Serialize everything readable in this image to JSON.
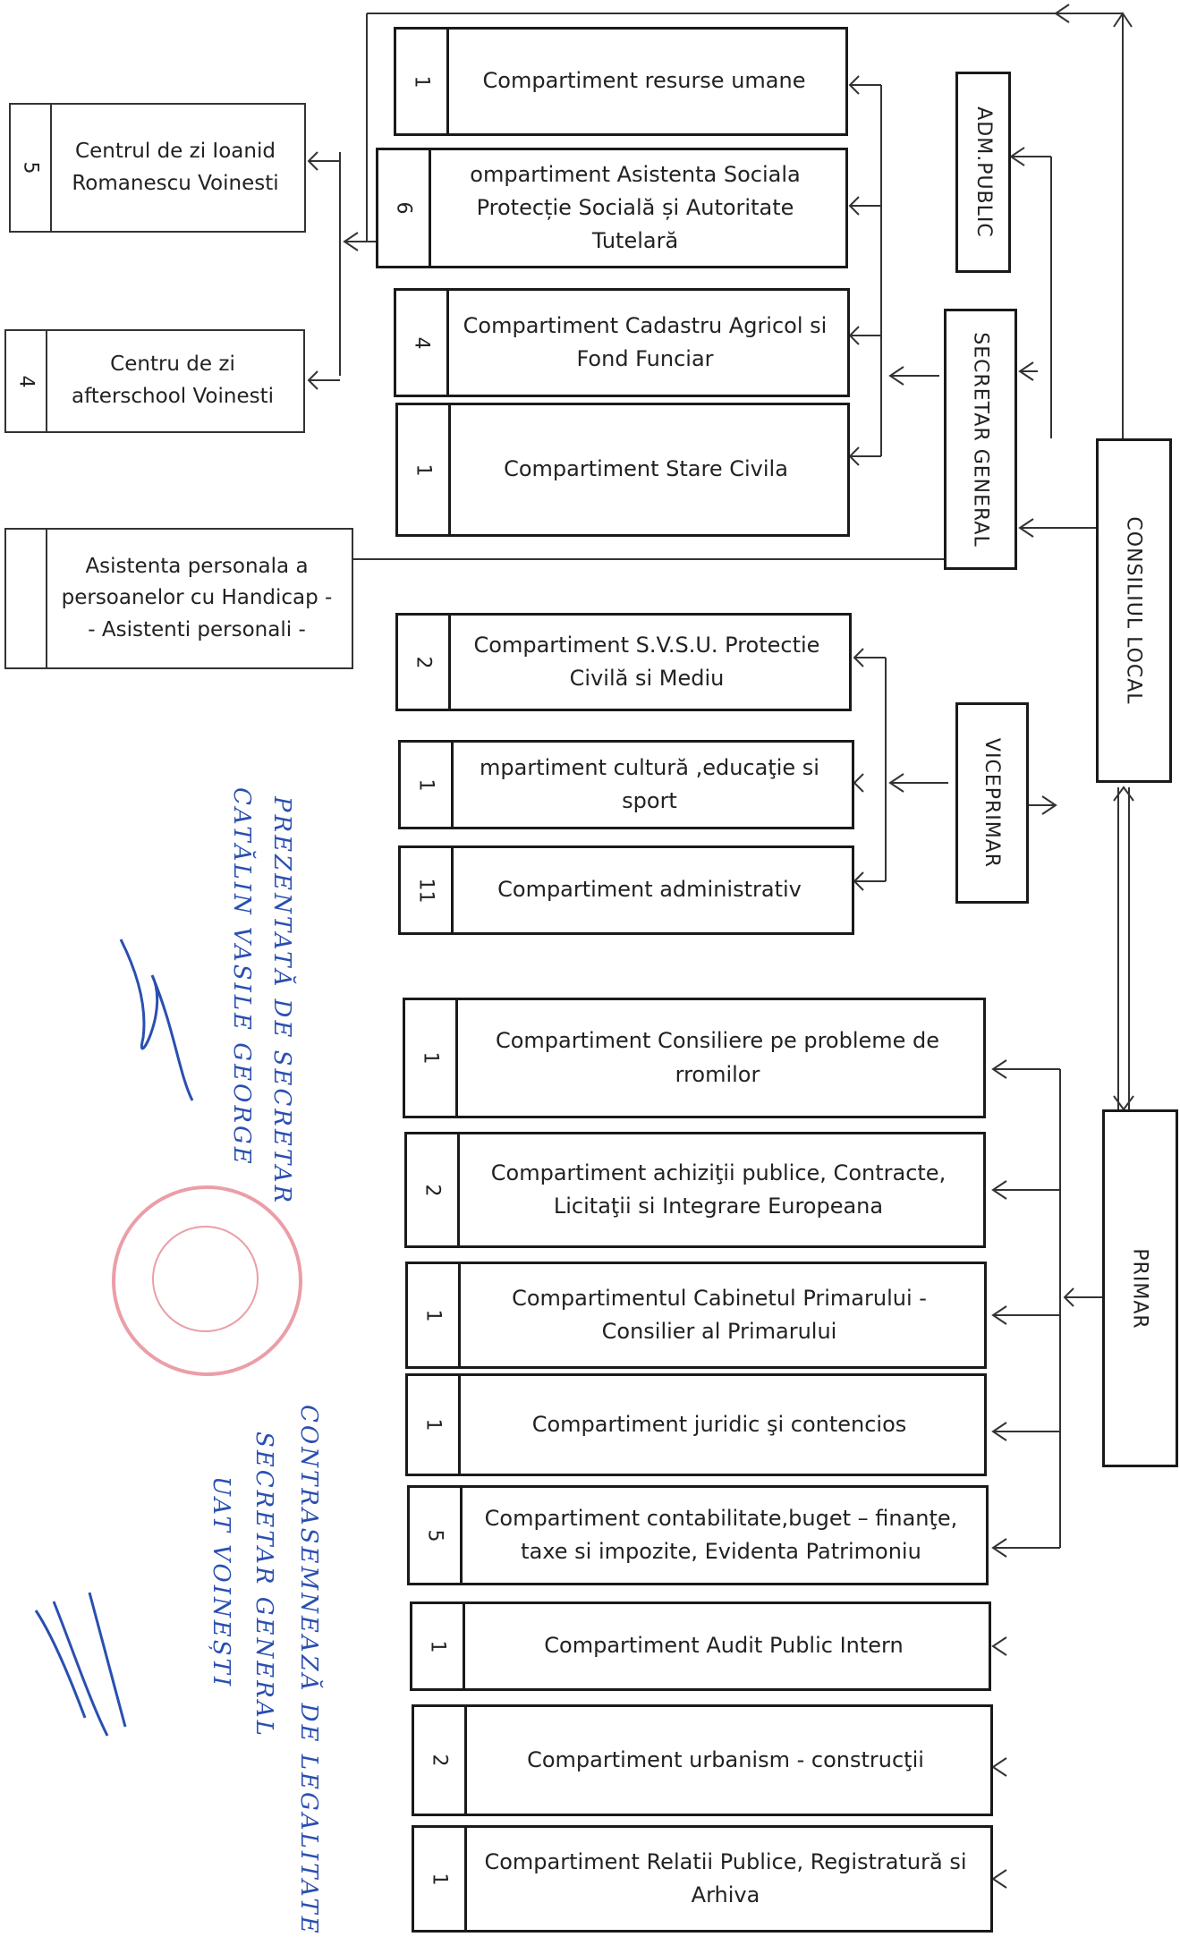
{
  "governance": {
    "consiliu_local": "CONSILIUL LOCAL",
    "primar": "PRIMAR",
    "adm_public": "ADM.PUBLIC",
    "secretar_general": "SECRETAR GENERAL",
    "viceprimar": "VICEPRIMAR"
  },
  "secretar_departments": [
    {
      "num": "1",
      "name": "Compartiment resurse umane"
    },
    {
      "num": "6",
      "name": "ompartiment Asistenta Sociala Protecție Socială și Autoritate Tutelară"
    },
    {
      "num": "4",
      "name": "Compartiment Cadastru Agricol si Fond Funciar"
    },
    {
      "num": "1",
      "name": "Compartiment Stare Civila"
    }
  ],
  "centers": [
    {
      "num": "5",
      "name": "Centrul de zi Ioanid Romanescu Voinesti"
    },
    {
      "num": "4",
      "name": "Centru de zi afterschool Voinesti"
    },
    {
      "num": "",
      "name": "Asistenta personala a persoanelor cu Handicap - - Asistenti personali -"
    }
  ],
  "viceprimar_departments": [
    {
      "num": "2",
      "name": "Compartiment S.V.S.U. Protectie Civilă si Mediu"
    },
    {
      "num": "1",
      "name": "mpartiment cultură ,educaţie si sport"
    },
    {
      "num": "11",
      "name": "Compartiment administrativ"
    }
  ],
  "primar_departments": [
    {
      "num": "1",
      "name": "Compartiment Consiliere pe probleme de rromilor"
    },
    {
      "num": "2",
      "name": "Compartiment achiziţii publice, Contracte, Licitaţii si Integrare Europeana"
    },
    {
      "num": "1",
      "name": "Compartimentul Cabinetul Primarului - Consilier al Primarului"
    },
    {
      "num": "1",
      "name": "Compartiment juridic şi contencios"
    },
    {
      "num": "5",
      "name": "Compartiment contabilitate,buget – finanţe, taxe si impozite, Evidenta Patrimoniu"
    },
    {
      "num": "1",
      "name": "Compartiment Audit Public Intern"
    },
    {
      "num": "2",
      "name": "Compartiment urbanism - construcţii"
    },
    {
      "num": "1",
      "name": "Compartiment Relatii Publice, Registratură si Arhiva"
    }
  ],
  "annotations": {
    "note_1": "PREZENTATĂ DE SECRETAR",
    "note_2": "CATĂLIN VASILE GEORGE",
    "note_3": "CONTRASEMNEAZĂ DE LEGALITATE",
    "note_4": "SECRETAR GENERAL",
    "note_5": "UAT VOINEȘTI"
  },
  "colors": {
    "ink": "#1a1a1a",
    "handwriting": "#2a4fb0",
    "stamp": "#d2283c"
  }
}
